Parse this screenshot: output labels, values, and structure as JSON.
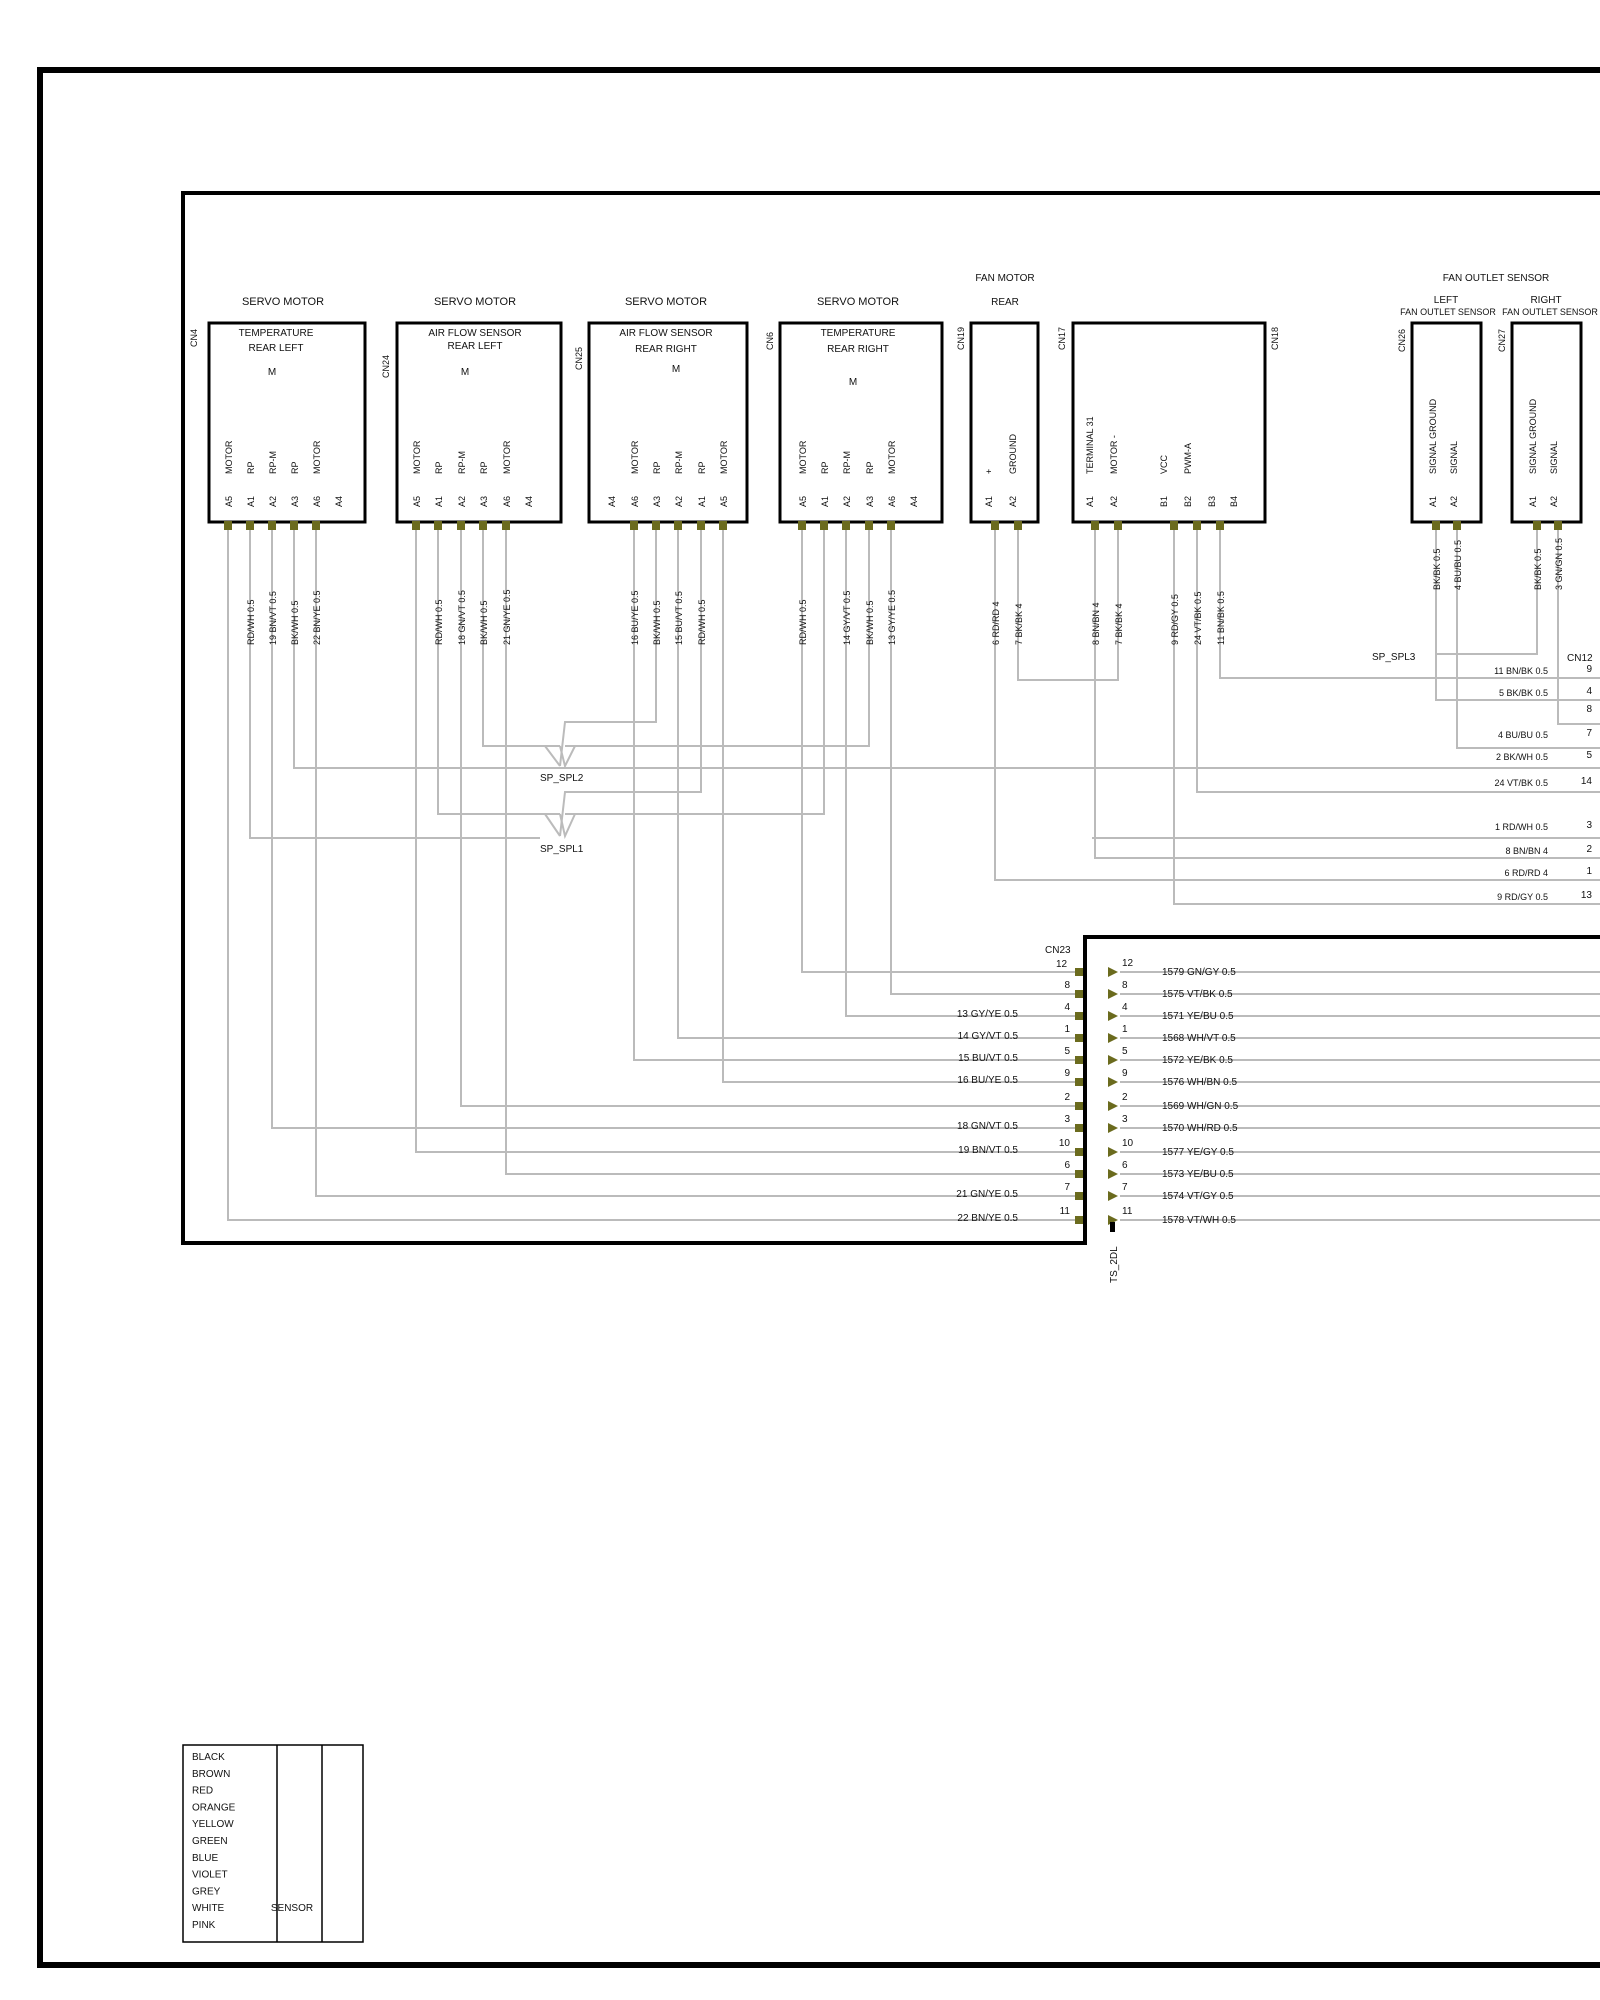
{
  "title": "",
  "connectors": [
    {
      "id": "CN4",
      "heading": "SERVO MOTOR",
      "sub": [
        "TEMPERATURE",
        "REAR LEFT"
      ],
      "mark": "M",
      "pins": [
        {
          "n": "A5",
          "f": "MOTOR"
        },
        {
          "n": "A1",
          "f": "RP"
        },
        {
          "n": "A2",
          "f": "RP-M"
        },
        {
          "n": "A3",
          "f": "RP"
        },
        {
          "n": "A6",
          "f": "MOTOR"
        },
        {
          "n": "A4",
          "f": ""
        }
      ],
      "wires": [
        "RD/WH 0.5",
        "19 BN/VT 0.5",
        "BK/WH 0.5",
        "22 BN/YE 0.5"
      ]
    },
    {
      "id": "CN24",
      "heading": "SERVO MOTOR",
      "sub": [
        "AIR FLOW SENSOR",
        "REAR LEFT"
      ],
      "mark": "M",
      "pins": [
        {
          "n": "A5",
          "f": "MOTOR"
        },
        {
          "n": "A1",
          "f": "RP"
        },
        {
          "n": "A2",
          "f": "RP-M"
        },
        {
          "n": "A3",
          "f": "RP"
        },
        {
          "n": "A6",
          "f": "MOTOR"
        },
        {
          "n": "A4",
          "f": ""
        }
      ],
      "wires": [
        "RD/WH 0.5",
        "18 GN/VT 0.5",
        "BK/WH 0.5",
        "21 GN/YE 0.5"
      ]
    },
    {
      "id": "CN25",
      "heading": "SERVO MOTOR",
      "sub": [
        "AIR FLOW SENSOR",
        "REAR RIGHT"
      ],
      "mark": "M",
      "pins": [
        {
          "n": "A4",
          "f": ""
        },
        {
          "n": "A6",
          "f": "MOTOR"
        },
        {
          "n": "A3",
          "f": "RP"
        },
        {
          "n": "A2",
          "f": "RP-M"
        },
        {
          "n": "A1",
          "f": "RP"
        },
        {
          "n": "A5",
          "f": "MOTOR"
        }
      ],
      "wires": [
        "16 BU/YE 0.5",
        "BK/WH 0.5",
        "15 BU/VT 0.5",
        "RD/WH 0.5"
      ]
    },
    {
      "id": "CN6",
      "heading": "SERVO MOTOR",
      "sub": [
        "TEMPERATURE",
        "REAR RIGHT"
      ],
      "mark": "M",
      "pins": [
        {
          "n": "A5",
          "f": "MOTOR"
        },
        {
          "n": "A1",
          "f": "RP"
        },
        {
          "n": "A2",
          "f": "RP-M"
        },
        {
          "n": "A3",
          "f": "RP"
        },
        {
          "n": "A6",
          "f": "MOTOR"
        },
        {
          "n": "A4",
          "f": ""
        }
      ],
      "wires": [
        "RD/WH 0.5",
        "14 GY/VT 0.5",
        "BK/WH 0.5",
        "13 GY/YE 0.5"
      ]
    },
    {
      "id": "CN19",
      "heading": [
        "FAN MOTOR",
        "REAR"
      ],
      "pins": [
        {
          "n": "A1",
          "f": "+"
        },
        {
          "n": "A2",
          "f": "GROUND"
        }
      ],
      "wires": [
        "6 RD/RD 4",
        "7 BK/BK 4"
      ]
    },
    {
      "id": "CN17",
      "id2": "CN18",
      "pins": [
        {
          "n": "A1",
          "f": "TERMINAL 31"
        },
        {
          "n": "A2",
          "f": "MOTOR -"
        },
        {
          "n": "B1",
          "f": "VCC"
        },
        {
          "n": "B2",
          "f": "PWM-A"
        },
        {
          "n": "B3",
          "f": ""
        },
        {
          "n": "B4",
          "f": ""
        }
      ],
      "wires": [
        "8 BN/BN 4",
        "7 BK/BK 4",
        "9 RD/GY 0.5",
        "24 VT/BK 0.5",
        "11 BN/BK 0.5"
      ]
    },
    {
      "id": "CN26",
      "group": "FAN OUTLET SENSOR",
      "sub": [
        "LEFT",
        "FAN OUTLET SENSOR"
      ],
      "pins": [
        {
          "n": "A1",
          "f": "SIGNAL GROUND"
        },
        {
          "n": "A2",
          "f": "SIGNAL"
        }
      ],
      "wires": [
        "BK/BK 0.5",
        "4 BU/BU 0.5"
      ]
    },
    {
      "id": "CN27",
      "sub": [
        "RIGHT",
        "FAN OUTLET SENSOR"
      ],
      "pins": [
        {
          "n": "A1",
          "f": "SIGNAL GROUND"
        },
        {
          "n": "A2",
          "f": "SIGNAL"
        }
      ],
      "wires": [
        "BK/BK 0.5",
        "3 GN/GN 0.5"
      ]
    }
  ],
  "splices": [
    "SP_SPL1",
    "SP_SPL2",
    "SP_SPL3"
  ],
  "cn12": {
    "id": "CN12",
    "rows": [
      {
        "w": "11 BN/BK 0.5",
        "p": "9"
      },
      {
        "w": "5 BK/BK 0.5",
        "p": "4"
      },
      {
        "w": "",
        "p": "8"
      },
      {
        "w": "4 BU/BU 0.5",
        "p": "7"
      },
      {
        "w": "2 BK/WH 0.5",
        "p": "5"
      },
      {
        "w": "24 VT/BK 0.5",
        "p": "14"
      },
      {
        "w": "1 RD/WH 0.5",
        "p": "3"
      },
      {
        "w": "8 BN/BN 4",
        "p": "2"
      },
      {
        "w": "6 RD/RD 4",
        "p": "1"
      },
      {
        "w": "9 RD/GY 0.5",
        "p": "13"
      }
    ]
  },
  "cn23": {
    "id": "CN23",
    "top": "12",
    "rows": [
      {
        "w": "",
        "p": "8"
      },
      {
        "w": "13 GY/YE 0.5",
        "p": "4"
      },
      {
        "w": "14 GY/VT 0.5",
        "p": "1"
      },
      {
        "w": "15 BU/VT 0.5",
        "p": "5"
      },
      {
        "w": "16 BU/YE 0.5",
        "p": "9"
      },
      {
        "w": "",
        "p": "2"
      },
      {
        "w": "18 GN/VT 0.5",
        "p": "3"
      },
      {
        "w": "19 BN/VT 0.5",
        "p": "10"
      },
      {
        "w": "",
        "p": "6"
      },
      {
        "w": "21 GN/YE 0.5",
        "p": "7"
      },
      {
        "w": "22 BN/YE 0.5",
        "p": "11"
      }
    ]
  },
  "ts2dl": {
    "id": "TS_2DL",
    "rows": [
      {
        "p": "12",
        "w": "1579 GN/GY 0.5"
      },
      {
        "p": "8",
        "w": "1575 VT/BK 0.5"
      },
      {
        "p": "4",
        "w": "1571 YE/BU 0.5"
      },
      {
        "p": "1",
        "w": "1568 WH/VT 0.5"
      },
      {
        "p": "5",
        "w": "1572 YE/BK 0.5"
      },
      {
        "p": "9",
        "w": "1576 WH/BN 0.5"
      },
      {
        "p": "2",
        "w": "1569 WH/GN 0.5"
      },
      {
        "p": "3",
        "w": "1570 WH/RD 0.5"
      },
      {
        "p": "10",
        "w": "1577 YE/GY 0.5"
      },
      {
        "p": "6",
        "w": "1573 YE/BU 0.5"
      },
      {
        "p": "7",
        "w": "1574 VT/GY 0.5"
      },
      {
        "p": "11",
        "w": "1578 VT/WH 0.5"
      }
    ]
  },
  "legend": {
    "colors": [
      "BLACK",
      "BROWN",
      "RED",
      "ORANGE",
      "YELLOW",
      "GREEN",
      "BLUE",
      "VIOLET",
      "GREY",
      "WHITE",
      "PINK"
    ],
    "note": "SENSOR"
  }
}
